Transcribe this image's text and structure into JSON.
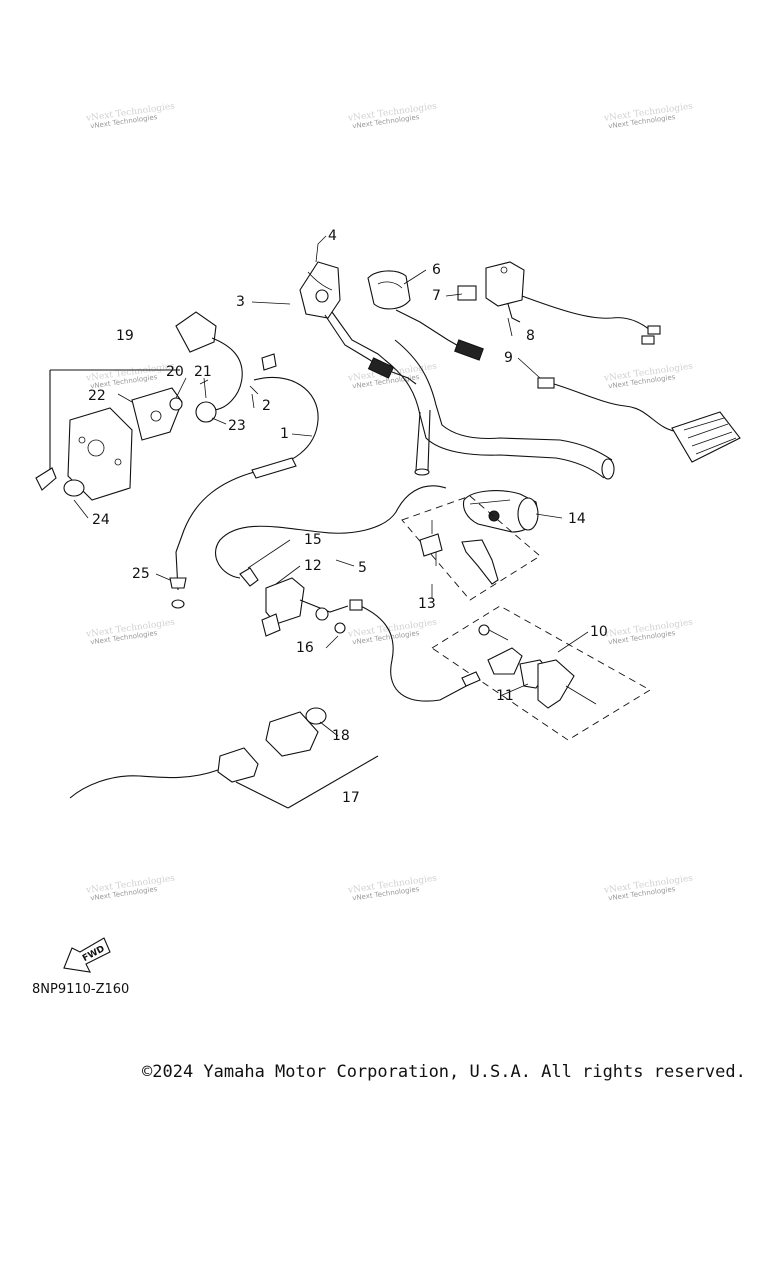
{
  "diagram": {
    "part_numbers": [
      "1",
      "2",
      "3",
      "4",
      "5",
      "6",
      "7",
      "8",
      "9",
      "10",
      "11",
      "12",
      "13",
      "14",
      "15",
      "16",
      "17",
      "18",
      "19",
      "20",
      "21",
      "22",
      "23",
      "24",
      "25"
    ],
    "watermark": "vNext Technologies",
    "fwd_label": "FWD",
    "diagram_code": "8NP9110-Z160"
  },
  "footer": {
    "copyright": "©2024 Yamaha Motor Corporation, U.S.A. All rights reserved."
  }
}
